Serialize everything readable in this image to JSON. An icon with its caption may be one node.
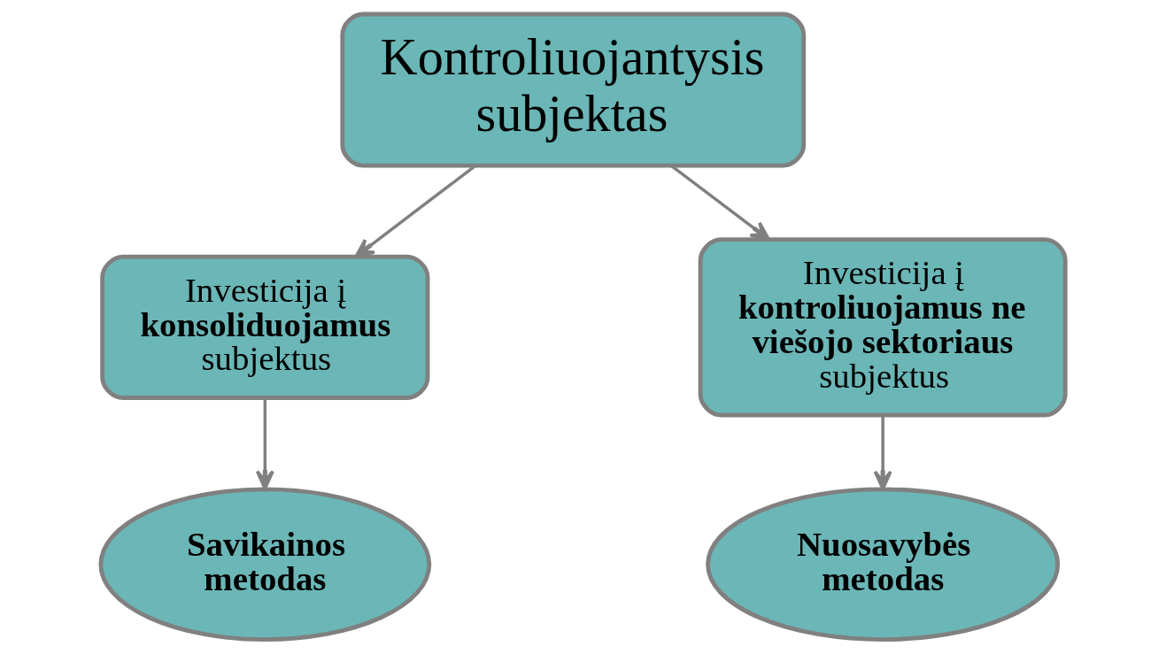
{
  "diagram": {
    "nodes": [
      {
        "text": [
          "Kontroliuojantysis subjektas"
        ]
      },
      {
        "text": [
          "Investicija į **konsoliduojamus** subjektus"
        ]
      },
      {
        "text": [
          "Investicija į **kontroliuojamus ne viešojo sektoriaus** subjektus"
        ]
      },
      {
        "text": [
          "Savikainos metodas"
        ]
      },
      {
        "text": [
          "Nuosavybės metodas"
        ]
      }
    ],
    "edges": [
      {
        "from": 0,
        "to": 1,
        "arrow": "to"
      },
      {
        "from": 0,
        "to": 2,
        "arrow": "to"
      },
      {
        "from": 1,
        "to": 3,
        "arrow": "to"
      },
      {
        "from": 2,
        "to": 4,
        "arrow": "to"
      }
    ]
  }
}
